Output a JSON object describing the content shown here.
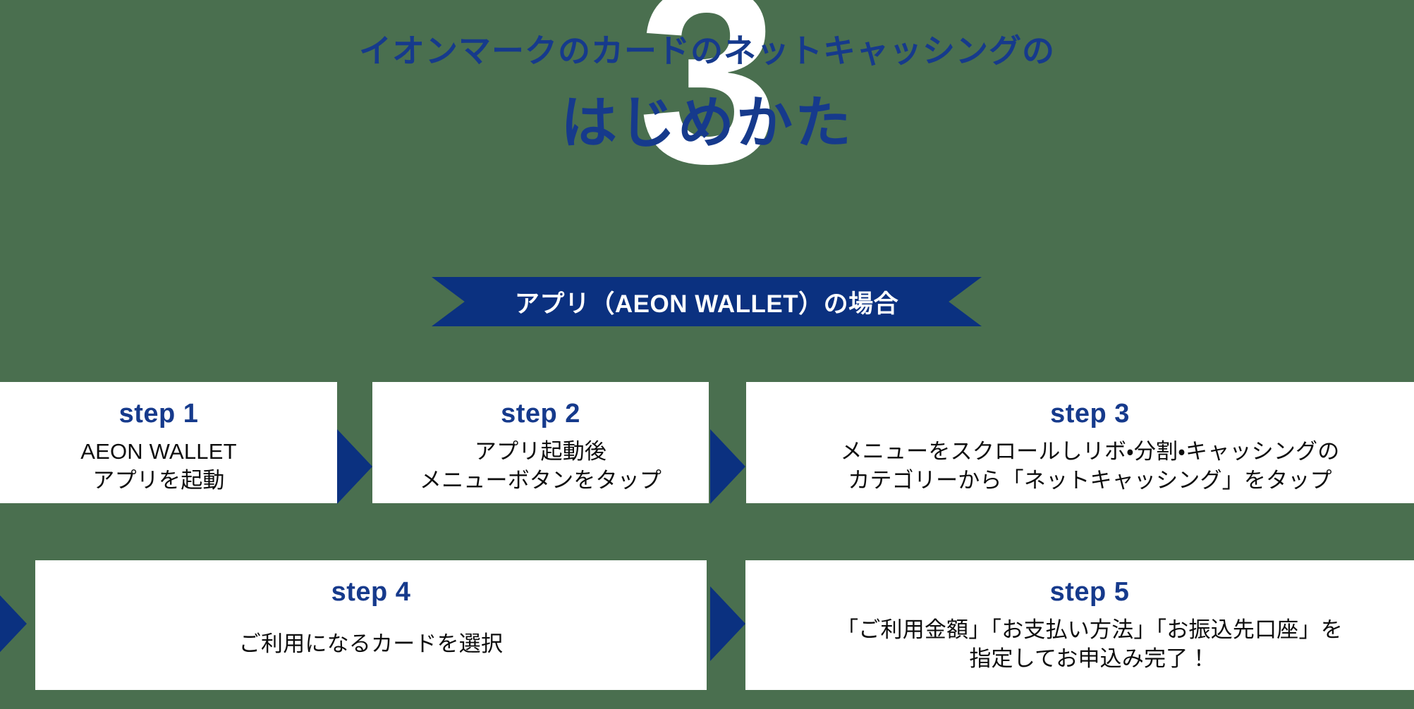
{
  "theme": {
    "background_green": "#4a6f4f",
    "heading_blue": "#163a8c",
    "ribbon_blue": "#0b3180",
    "arrow_blue": "#0b3180",
    "box_white": "#ffffff",
    "body_text": "#0d0d0d"
  },
  "header": {
    "big_number": "3",
    "line1": "イオンマークのカードのネットキャッシングの",
    "line2": "はじめかた"
  },
  "ribbon": {
    "label": "アプリ（AEON WALLET）の場合"
  },
  "steps": [
    {
      "title": "step 1",
      "description": "AEON WALLET\nアプリを起動"
    },
    {
      "title": "step 2",
      "description": "アプリ起動後\nメニューボタンをタップ"
    },
    {
      "title": "step 3",
      "description": "メニューをスクロールしリボ・分割・キャッシングの\nカテゴリーから「ネットキャッシング」をタップ"
    },
    {
      "title": "step 4",
      "description": "ご利用になるカードを選択"
    },
    {
      "title": "step 5",
      "description": "「ご利用金額」「お支払い方法」「お振込先口座」を\n指定してお申込み完了！"
    }
  ]
}
